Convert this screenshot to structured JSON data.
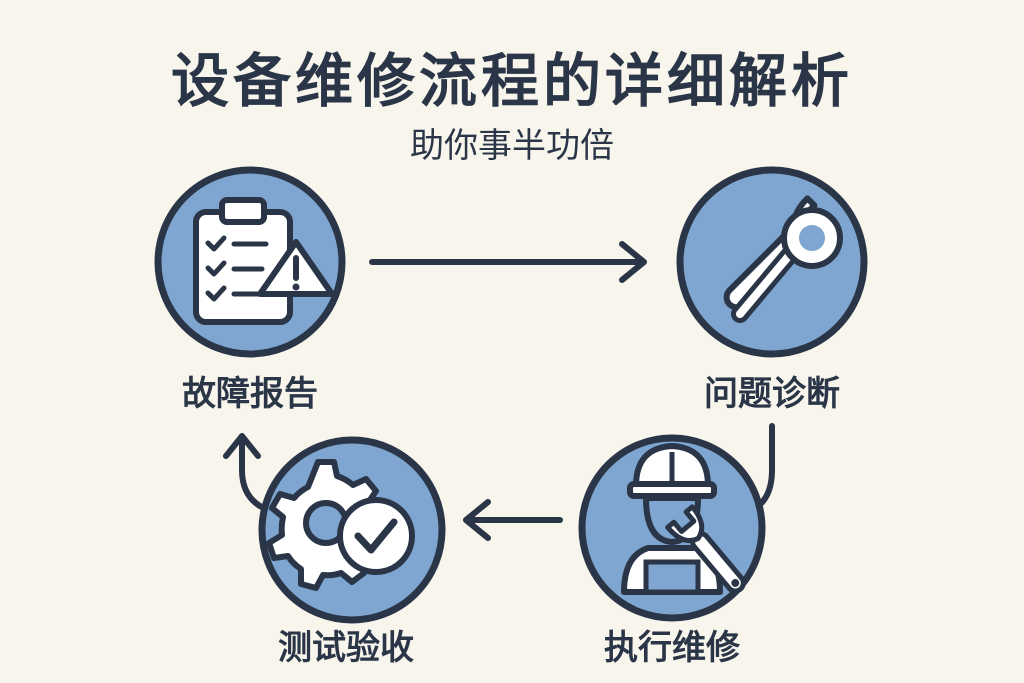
{
  "title": "设备维修流程的详细解析",
  "subtitle": "助你事半功倍",
  "steps": [
    {
      "label": "故障报告",
      "icon": "clipboard-warning-icon"
    },
    {
      "label": "问题诊断",
      "icon": "wrench-magnifier-icon"
    },
    {
      "label": "执行维修",
      "icon": "worker-wrench-icon"
    },
    {
      "label": "测试验收",
      "icon": "gear-check-icon"
    }
  ],
  "colors": {
    "background": "#f8f5ec",
    "circle_fill": "#7ea6d0",
    "outline": "#2a3647",
    "icon_white": "#ffffff"
  }
}
